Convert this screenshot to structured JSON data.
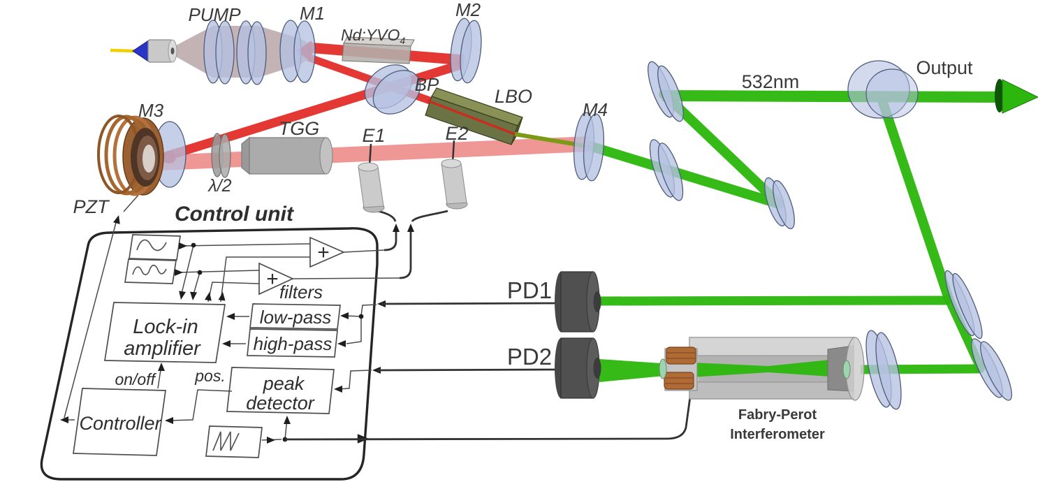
{
  "colors": {
    "red_beam": "#e01d18",
    "red_light": "#e2413c",
    "green_beam": "#2db70e",
    "green_dark": "#0e5607",
    "optic_blue": "#b6c2e2",
    "optic_edge": "#4d5b7c",
    "copper": "#b06a35",
    "lbo_olive": "#6b7344",
    "wire": "#333333"
  },
  "labels": {
    "pump": "PUMP",
    "m1": "M1",
    "m2": "M2",
    "m3": "M3",
    "m4": "M4",
    "crystal": "Nd:YVO",
    "crystal_sub": "4",
    "bp": "BP",
    "lbo": "LBO",
    "tgg": "TGG",
    "half_wave": "λ/2",
    "e1": "E1",
    "e2": "E2",
    "pzt": "PZT",
    "wavelength": "532nm",
    "output": "Output",
    "pd1": "PD1",
    "pd2": "PD2",
    "fp1": "Fabry-Perot",
    "fp2": "Interferometer"
  },
  "control_unit": {
    "title": "Control unit",
    "lock1": "Lock-in",
    "lock2": "amplifier",
    "filters": "filters",
    "low_pass": "low-pass",
    "high_pass": "high-pass",
    "peak1": "peak",
    "peak2": "detector",
    "controller": "Controller",
    "on_off": "on/off",
    "pos": "pos.",
    "plus1": "+",
    "plus2": "+"
  }
}
